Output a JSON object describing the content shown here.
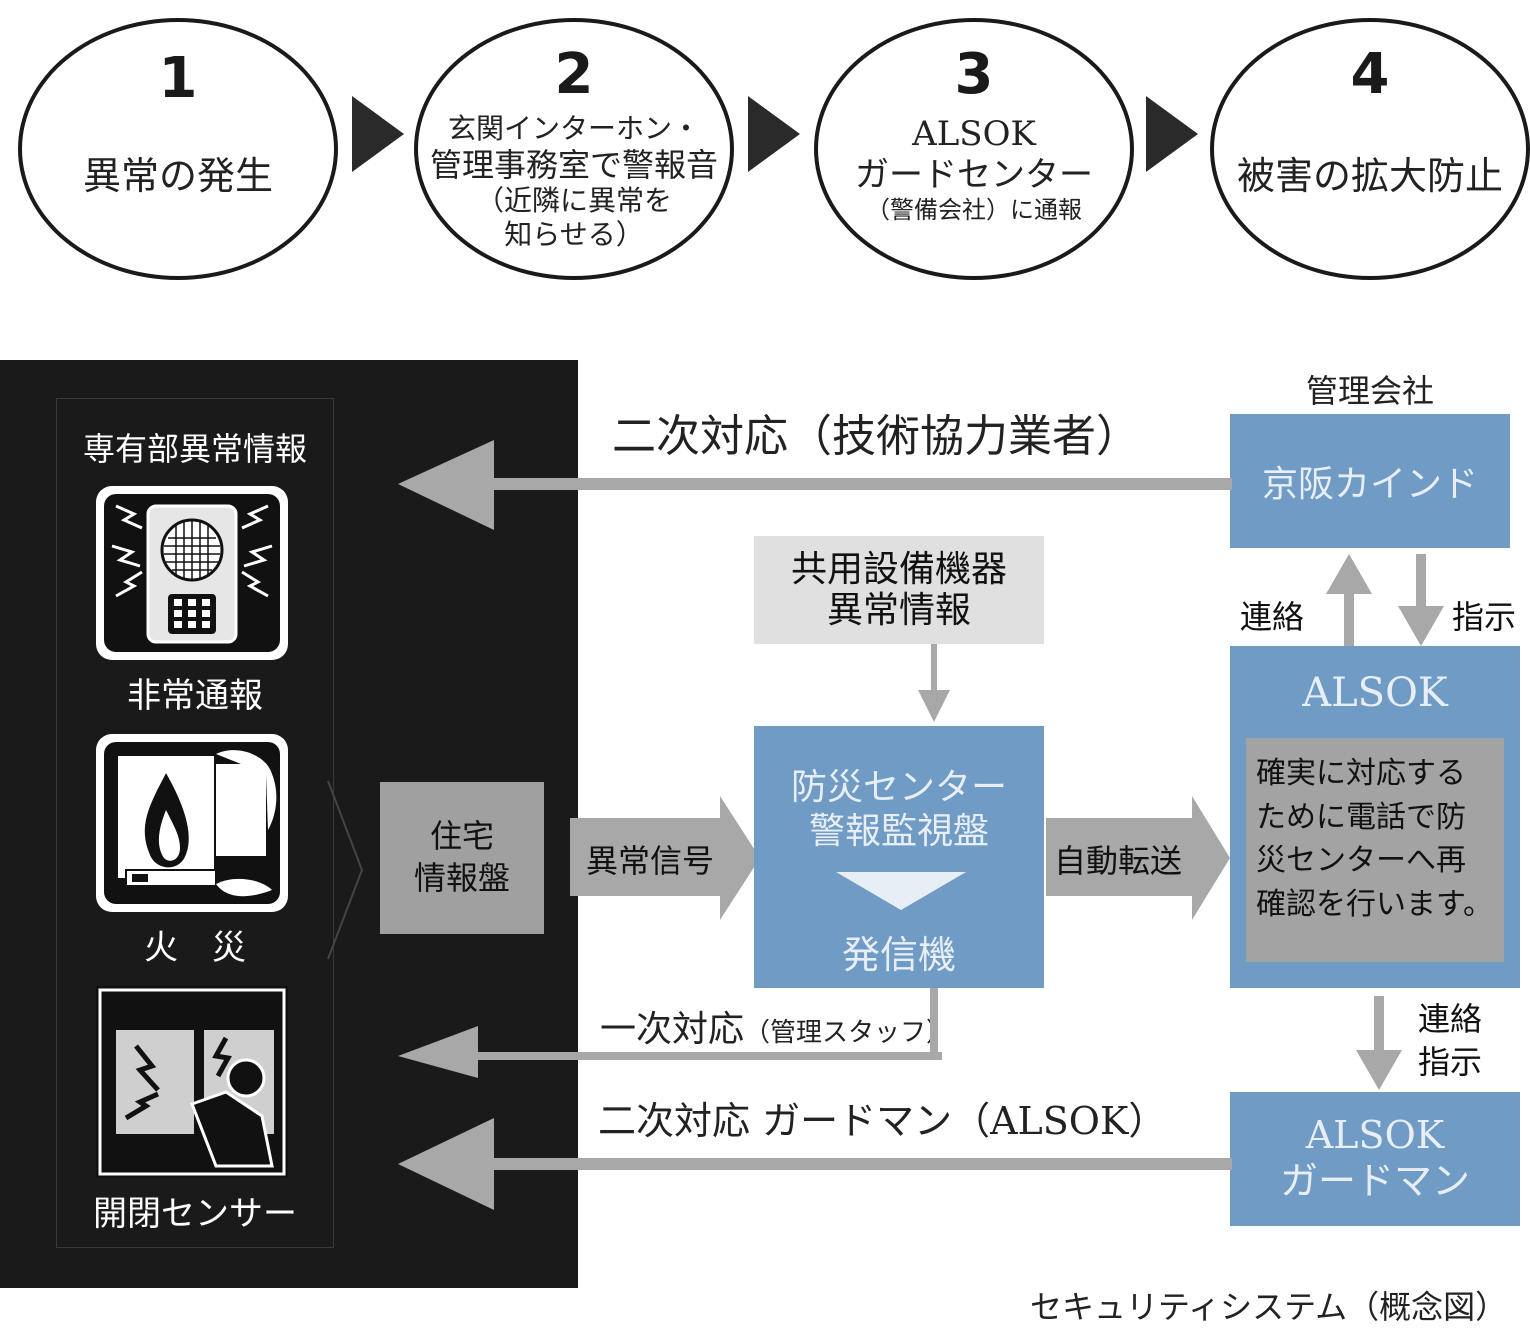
{
  "steps": [
    {
      "number": "1",
      "lines": [
        "異常の発生"
      ]
    },
    {
      "number": "2",
      "lines": [
        "玄関インターホン・",
        "管理事務室で警報音",
        "（近隣に異常を",
        "知らせる）"
      ]
    },
    {
      "number": "3",
      "lines": [
        "ALSOK",
        "ガードセンター",
        "（警備会社）に通報"
      ]
    },
    {
      "number": "4",
      "lines": [
        "被害の拡大防止"
      ]
    }
  ],
  "panel": {
    "title": "専有部異常情報",
    "icons": [
      {
        "icon": "intercom-alarm-icon",
        "label": "非常通報"
      },
      {
        "icon": "gas-fire-icon",
        "label": "火　災"
      },
      {
        "icon": "intruder-window-icon",
        "label": "開閉センサー"
      }
    ]
  },
  "boxes": {
    "housing_panel": [
      "住宅",
      "情報盤"
    ],
    "shared_equipment": [
      "共用設備機器",
      "異常情報"
    ],
    "disaster_center": [
      "防災センター",
      "警報監視盤"
    ],
    "transmitter": "発信機",
    "management_company_label": "管理会社",
    "keihan_kind": "京阪カインド",
    "alsok": "ALSOK",
    "alsok_note": [
      "確実に対応する",
      "ために電話で防",
      "災センターへ再",
      "確認を行います。"
    ],
    "alsok_guard": [
      "ALSOK",
      "ガードマン"
    ]
  },
  "arrows": {
    "abnormal_signal": "異常信号",
    "auto_transfer": "自動転送",
    "contact_up": "連絡",
    "instruct_down": "指示",
    "contact_instruct": [
      "連絡",
      "指示"
    ]
  },
  "responses": {
    "secondary_tech": "二次対応（技術協力業者）",
    "primary_staff_main": "一次対応",
    "primary_staff_sub": "（管理スタッフ）",
    "secondary_guard": "二次対応 ガードマン（ALSOK）"
  },
  "caption": "セキュリティシステム（概念図）",
  "colors": {
    "blue": "#6f9bc5",
    "gray": "#a0a0a0",
    "light_gray": "#e0e0e0",
    "arrow_gray": "#a8a8a8",
    "panel": "#1a1a1a"
  }
}
